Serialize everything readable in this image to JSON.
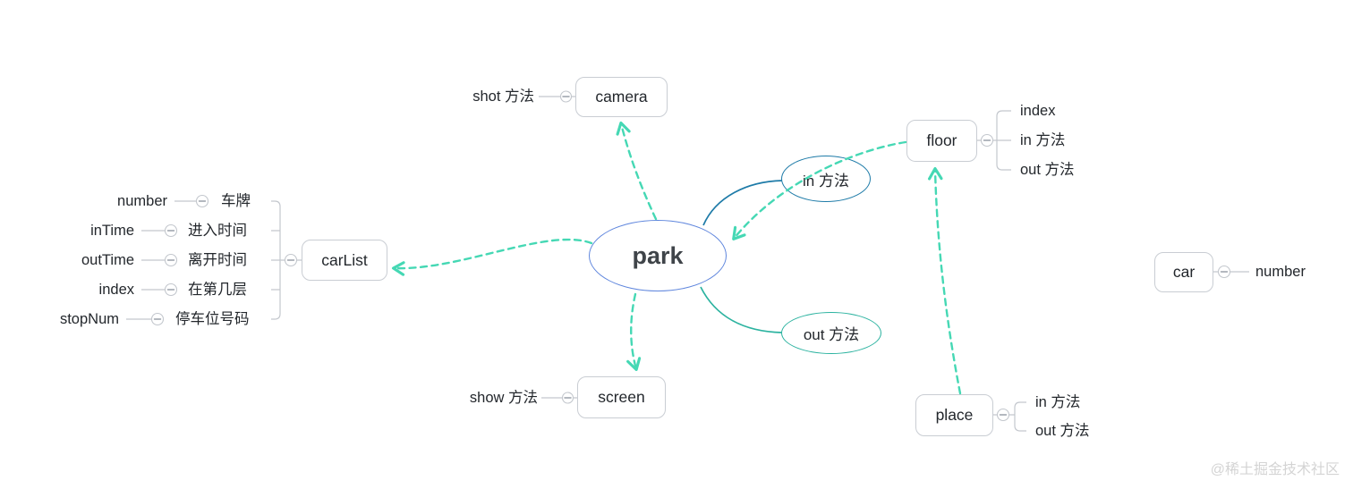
{
  "diagram": {
    "park": {
      "label": "park"
    },
    "in_method": {
      "label": "in 方法"
    },
    "out_method": {
      "label": "out 方法"
    },
    "camera": {
      "label": "camera",
      "child_label": "shot 方法"
    },
    "screen": {
      "label": "screen",
      "child_label": "show 方法"
    },
    "floor": {
      "label": "floor",
      "children": [
        "index",
        "in 方法",
        "out 方法"
      ]
    },
    "place": {
      "label": "place",
      "children": [
        "in 方法",
        "out 方法"
      ]
    },
    "car": {
      "label": "car",
      "children": [
        "number"
      ]
    },
    "car_list": {
      "label": "carList",
      "rows": [
        {
          "key": "number",
          "value": "车牌"
        },
        {
          "key": "inTime",
          "value": "进入时间"
        },
        {
          "key": "outTime",
          "value": "离开时间"
        },
        {
          "key": "index",
          "value": "在第几层"
        },
        {
          "key": "stopNum",
          "value": "停车位号码"
        }
      ]
    }
  },
  "watermark": {
    "text": "@稀土掘金技术社区"
  },
  "colors": {
    "background": "#ffffff",
    "link_dashed": "#45d8b4",
    "branch_blue": "#1e7ba8",
    "branch_teal": "#2cb3a0",
    "center_border": "#5f86dd",
    "node_border": "#c9cdd3",
    "wire": "#c3c7cd",
    "knob_minus": "#9aa0aa",
    "text_primary": "#23272c",
    "center_text": "#3f4449",
    "watermark": "#d4d4d4"
  }
}
